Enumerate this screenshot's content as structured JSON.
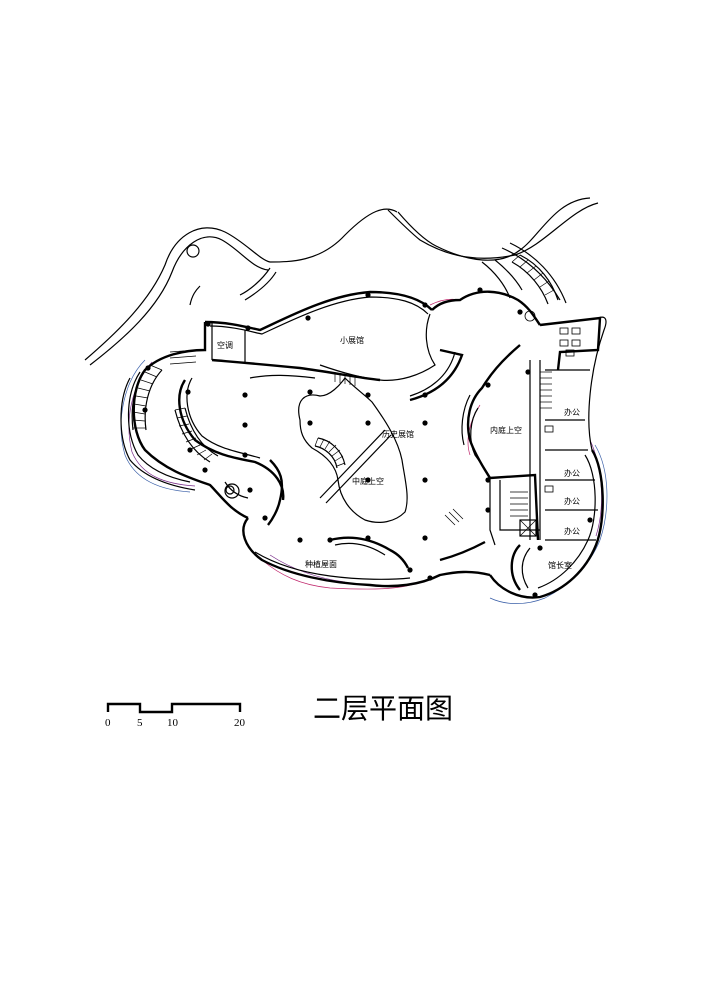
{
  "title": "二层平面图",
  "rooms": {
    "aircon": "空调",
    "small_gallery": "小展馆",
    "history_gallery": "历史展馆",
    "inner_court_void": "内庭上空",
    "central_court_void": "中庭上空",
    "office_1": "办公",
    "office_2": "办公",
    "office_3": "办公",
    "office_4": "办公",
    "director_office": "馆长室",
    "planted_roof": "种植屋面"
  },
  "scale_bar": {
    "labels": [
      "0",
      "5",
      "10",
      "20"
    ]
  },
  "colors": {
    "ink": "#000000",
    "outline_purple": "#7a2d8a",
    "outline_blue": "#3a5fa8",
    "outline_magenta": "#c0286d"
  }
}
